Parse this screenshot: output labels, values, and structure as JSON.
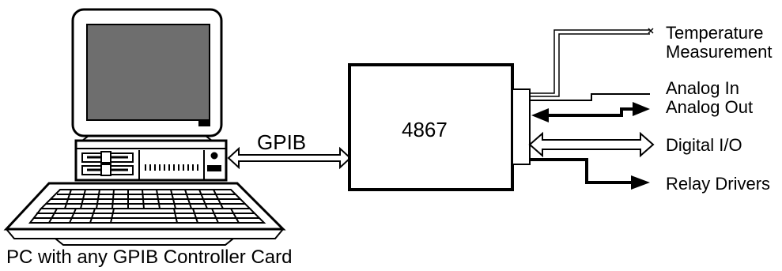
{
  "diagram": {
    "interface_label": "GPIB",
    "device_label": "4867",
    "caption": "PC with any GPIB Controller Card",
    "signals": {
      "temperature_line1": "Temperature",
      "temperature_line2": "Measurement",
      "analog_in": "Analog In",
      "analog_out": "Analog Out",
      "digital_io": "Digital I/O",
      "relay_drivers": "Relay Drivers"
    }
  }
}
